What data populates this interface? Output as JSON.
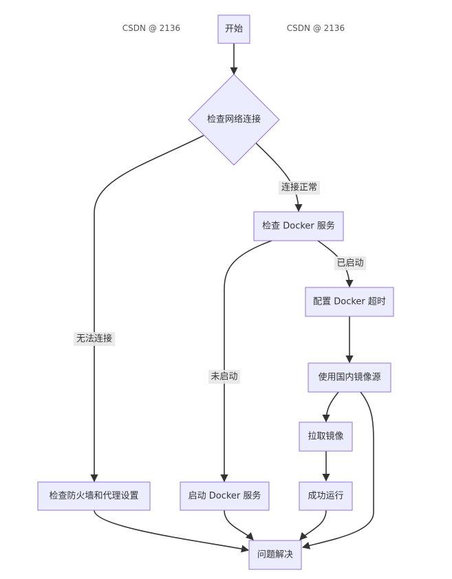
{
  "watermarks": [
    "CSDN @ 2136",
    "CSDN @ 2136"
  ],
  "nodes": {
    "start": "开始",
    "check_network": "检查网络连接",
    "check_docker": "检查 Docker 服务",
    "config_timeout": "配置 Docker 超时",
    "use_mirror": "使用国内镜像源",
    "pull_image": "拉取镜像",
    "check_firewall": "检查防火墙和代理设置",
    "start_docker": "启动 Docker 服务",
    "run_success": "成功运行",
    "resolved": "问题解决"
  },
  "edge_labels": {
    "connected": "连接正常",
    "no_connection": "无法连接",
    "started": "已启动",
    "not_started": "未启动"
  },
  "colors": {
    "node_fill": "#ECECFF",
    "node_stroke": "#9370DB",
    "edge": "#333333",
    "label_bg": "#e8e8e8"
  }
}
